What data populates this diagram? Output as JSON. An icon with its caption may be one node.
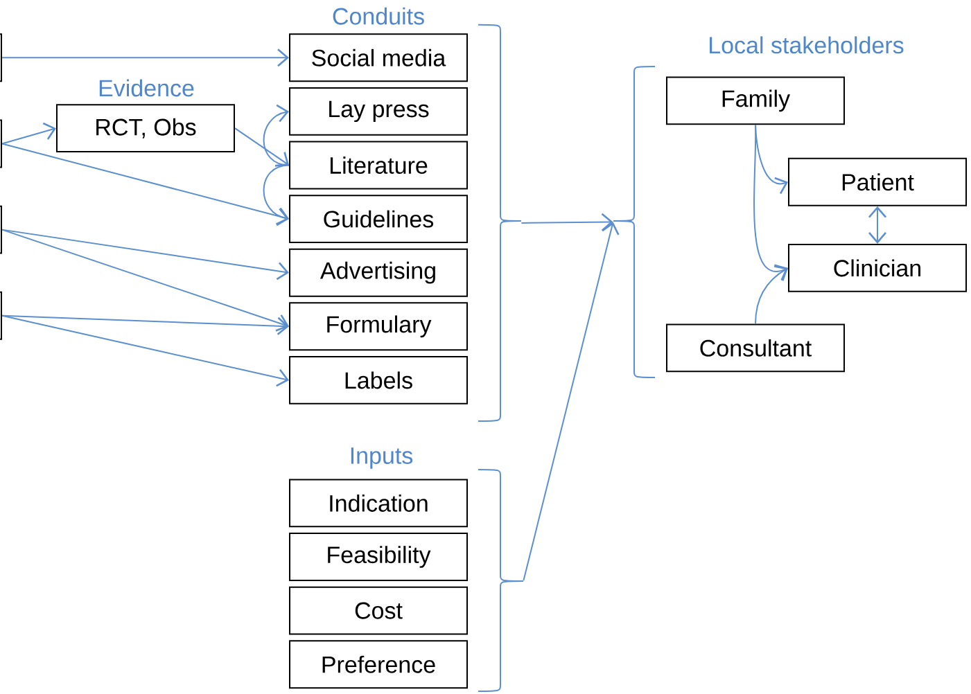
{
  "diagram": {
    "nodes": [
      {
        "text": [],
        "shape": "box"
      },
      {
        "text": [],
        "shape": "box"
      },
      {
        "text": [],
        "shape": "box"
      },
      {
        "text": [],
        "shape": "box"
      },
      {
        "text": [
          "RCT, Obs"
        ]
      },
      {
        "text": [
          "Social media"
        ]
      },
      {
        "text": [
          "Lay press"
        ]
      },
      {
        "text": [
          "Literature"
        ]
      },
      {
        "text": [
          "Guidelines"
        ]
      },
      {
        "text": [
          "Advertising"
        ]
      },
      {
        "text": [
          "Formulary"
        ]
      },
      {
        "text": [
          "Labels"
        ]
      },
      {
        "text": [],
        "shape": "brace"
      },
      {
        "text": [],
        "shape": "brace"
      },
      {
        "text": [
          "Family"
        ]
      },
      {
        "text": [
          "Patient"
        ]
      },
      {
        "text": [
          "Clinician"
        ]
      },
      {
        "text": [
          "Consultant"
        ]
      },
      {
        "text": [
          "Indication"
        ]
      },
      {
        "text": [
          "Feasibility"
        ]
      },
      {
        "text": [
          "Cost"
        ]
      },
      {
        "text": [
          "Preference"
        ]
      },
      {
        "text": [],
        "shape": "brace"
      }
    ],
    "edges": [
      {
        "from": 0,
        "to": 5,
        "arrow": "to"
      },
      {
        "from": 1,
        "to": 4,
        "arrow": "to"
      },
      {
        "from": 1,
        "to": 8,
        "arrow": "to"
      },
      {
        "from": 4,
        "to": 7,
        "arrow": "to"
      },
      {
        "from": 7,
        "to": 6,
        "arrow": "to"
      },
      {
        "from": 7,
        "to": 8,
        "arrow": "to"
      },
      {
        "from": 2,
        "to": 9,
        "arrow": "to"
      },
      {
        "from": 2,
        "to": 10,
        "arrow": "to"
      },
      {
        "from": 3,
        "to": 10,
        "arrow": "to"
      },
      {
        "from": 3,
        "to": 11,
        "arrow": "to"
      },
      {
        "from": 12,
        "to": 13,
        "arrow": "to"
      },
      {
        "from": 22,
        "to": 13,
        "arrow": "to"
      },
      {
        "from": 14,
        "to": 15,
        "arrow": "to"
      },
      {
        "from": 14,
        "to": 16,
        "arrow": "to"
      },
      {
        "from": 17,
        "to": 16,
        "arrow": "to"
      },
      {
        "from": 15,
        "to": 16,
        "arrow": "both"
      }
    ],
    "labels": [
      "Conduits",
      "Evidence",
      "Local stakeholders",
      "Inputs"
    ]
  }
}
